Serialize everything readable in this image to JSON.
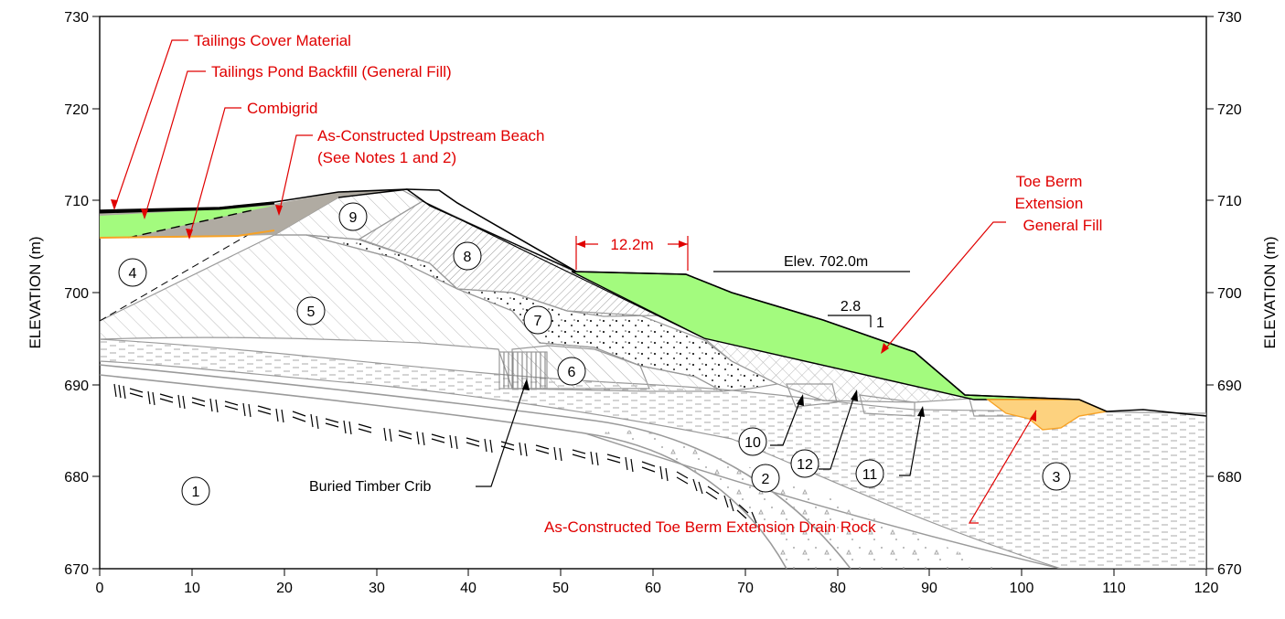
{
  "axes": {
    "ylabel": "ELEVATION (m)",
    "x_ticks": [
      "0",
      "10",
      "20",
      "30",
      "40",
      "50",
      "60",
      "70",
      "80",
      "90",
      "100",
      "110",
      "120"
    ],
    "y_ticks": [
      "670",
      "680",
      "690",
      "700",
      "710",
      "720",
      "730"
    ]
  },
  "callouts": {
    "tailings_cover": "Tailings Cover Material",
    "tailings_pond_backfill": "Tailings Pond Backfill (General Fill)",
    "combigrid": "Combigrid",
    "upstream_beach_1": "As-Constructed Upstream Beach",
    "upstream_beach_2": "(See Notes 1 and 2)",
    "toe_berm_1": "Toe Berm",
    "toe_berm_2": "Extension",
    "toe_berm_3": "General Fill",
    "drain_rock": "As-Constructed Toe Berm Extension Drain Rock",
    "timber_crib": "Buried Timber Crib"
  },
  "dimensions": {
    "width": "12.2m",
    "elevation": "Elev. 702.0m",
    "slope_h": "2.8",
    "slope_v": "1"
  },
  "zones": [
    "1",
    "2",
    "3",
    "4",
    "5",
    "6",
    "7",
    "8",
    "9",
    "10",
    "11",
    "12"
  ],
  "colors": {
    "fill_green": "#a3fb7e",
    "drain_orange": "#fdd27f",
    "combigrid_orange": "#f7a226",
    "beach_gray": "#b0aba2",
    "callout_red": "#e00000"
  }
}
